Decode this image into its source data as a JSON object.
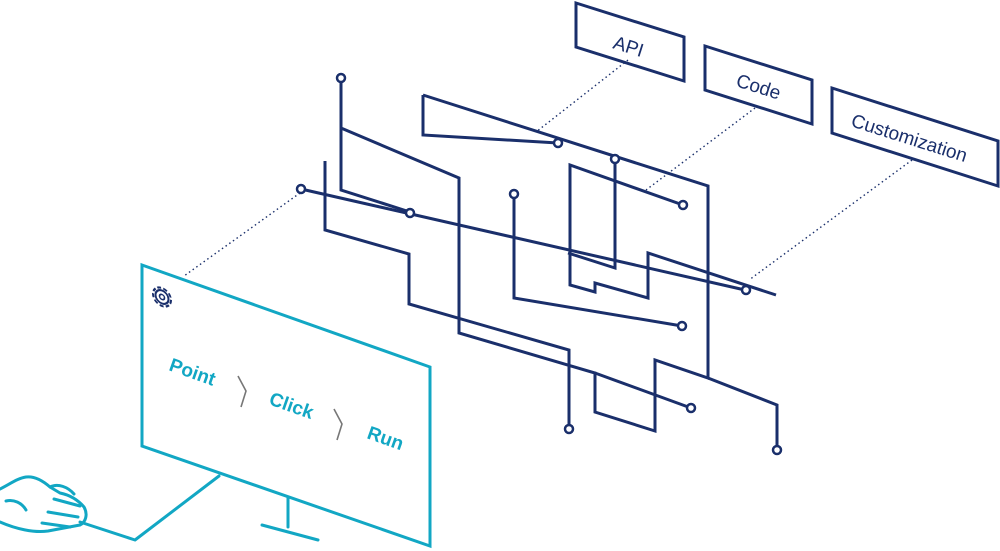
{
  "labels": {
    "api": "API",
    "code": "Code",
    "customization": "Customization"
  },
  "monitor": {
    "steps": [
      "Point",
      "Click",
      "Run"
    ]
  },
  "colors": {
    "navy": "#1a2f6b",
    "cyan": "#12a7c4"
  },
  "icons": {
    "settings": "gear-icon",
    "separator": "chevron-right-icon",
    "hand": "hand-with-mouse-icon"
  }
}
